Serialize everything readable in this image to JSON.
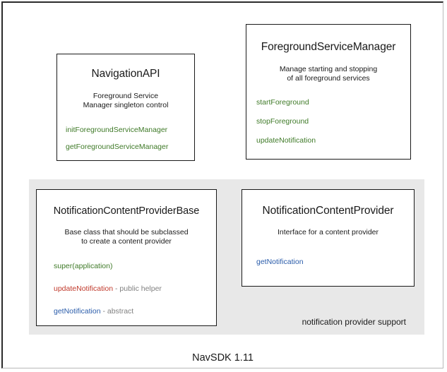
{
  "diagram": {
    "title_footer": "NavSDK 1.11",
    "group": {
      "label": "notification provider support",
      "background": "#e8e8e8"
    },
    "colors": {
      "green": "#3f7a28",
      "blue": "#2a5caa",
      "red": "#c0392b",
      "note_gray": "#808080",
      "border": "#1a1a1a",
      "page_background": "#ffffff"
    },
    "boxes": {
      "navigation_api": {
        "title": "NavigationAPI",
        "description_line1": "Foreground Service",
        "description_line2": "Manager singleton control",
        "methods": [
          {
            "name": "initForegroundServiceManager",
            "note": ""
          },
          {
            "name": "getForegroundServiceManager",
            "note": ""
          }
        ]
      },
      "foreground_service_manager": {
        "title": "ForegroundServiceManager",
        "description_line1": "Manage starting and stopping",
        "description_line2": "of all foreground services",
        "methods": [
          {
            "name": "startForeground",
            "note": ""
          },
          {
            "name": "stopForeground",
            "note": ""
          },
          {
            "name": "updateNotification",
            "note": ""
          }
        ]
      },
      "notification_content_provider_base": {
        "title": "NotificationContentProviderBase",
        "description_line1": "Base class that should be subclassed",
        "description_line2": "to create a content provider",
        "methods": [
          {
            "name": "super(application)",
            "note": ""
          },
          {
            "name": "updateNotification",
            "note": " - public helper"
          },
          {
            "name": "getNotification",
            "note": " - abstract"
          }
        ]
      },
      "notification_content_provider": {
        "title": "NotificationContentProvider",
        "description_line1": "Interface for a content provider",
        "description_line2": "",
        "methods": [
          {
            "name": "getNotification",
            "note": ""
          }
        ]
      }
    }
  }
}
